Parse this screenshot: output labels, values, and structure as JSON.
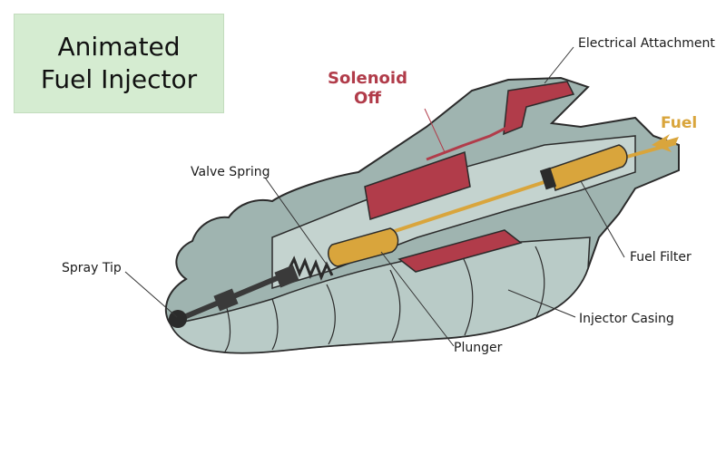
{
  "title": {
    "line1": "Animated",
    "line2": "Fuel Injector"
  },
  "state": {
    "line1": "Solenoid",
    "line2": "Off"
  },
  "fuel_label": "Fuel",
  "labels": {
    "electrical_attachment": "Electrical Attachment",
    "valve_spring": "Valve Spring",
    "spray_tip": "Spray Tip",
    "fuel_filter": "Fuel Filter",
    "injector_casing": "Injector Casing",
    "plunger": "Plunger"
  },
  "colors": {
    "title_bg": "#d5ecd1",
    "solenoid": "#b13c4a",
    "fuel": "#d9a53c",
    "casing": "#9fb4b0",
    "casing_light": "#c4d3cf",
    "outline": "#2b2b2b"
  }
}
